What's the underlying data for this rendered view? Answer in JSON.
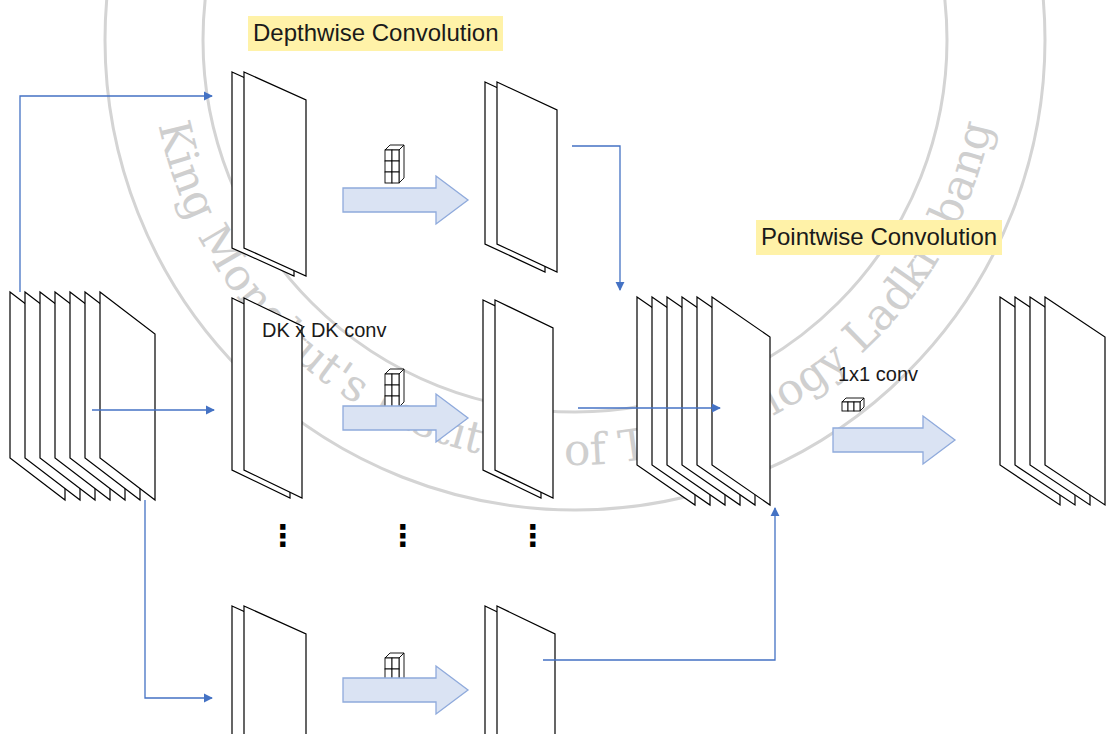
{
  "diagram": {
    "labels": [
      "Depthwise Convolution",
      "Pointwise Convolution",
      "DK x DK conv",
      "1x1 conv",
      "⋮",
      "⋮",
      "⋮",
      "King Mongkut's Institute of Technology Ladkrabang"
    ]
  }
}
